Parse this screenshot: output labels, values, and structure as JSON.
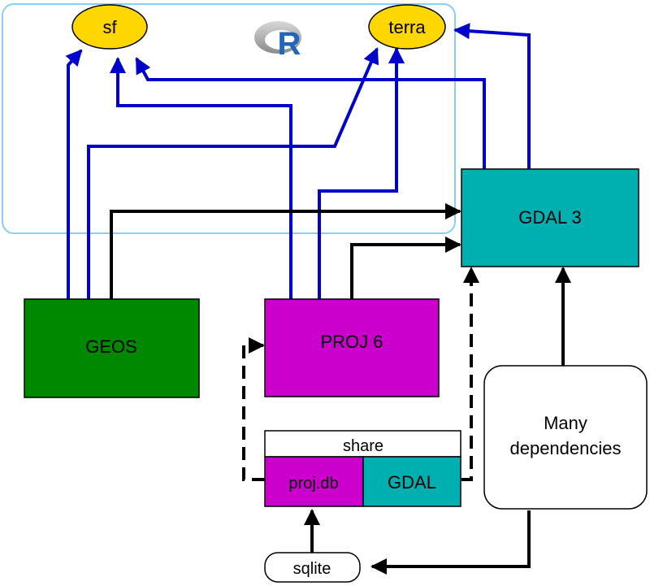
{
  "r_region": {
    "logo_letter": "R"
  },
  "nodes": {
    "sf": {
      "label": "sf"
    },
    "terra": {
      "label": "terra"
    },
    "gdal3": {
      "label": "GDAL 3"
    },
    "geos": {
      "label": "GEOS"
    },
    "proj6": {
      "label": "PROJ 6"
    },
    "many_deps": {
      "line1": "Many",
      "line2": "dependencies"
    },
    "share": {
      "label": "share"
    },
    "proj_db": {
      "label": "proj.db"
    },
    "share_gdal": {
      "label": "GDAL"
    },
    "sqlite": {
      "label": "sqlite"
    }
  },
  "colors": {
    "r_border": "#87cefa",
    "ellipse_fill": "#ffd700",
    "gdal_fill": "#00b0b0",
    "geos_fill": "#008800",
    "proj_fill": "#cc00cc",
    "blue_edge": "#0000cc",
    "black_edge": "#000000"
  }
}
